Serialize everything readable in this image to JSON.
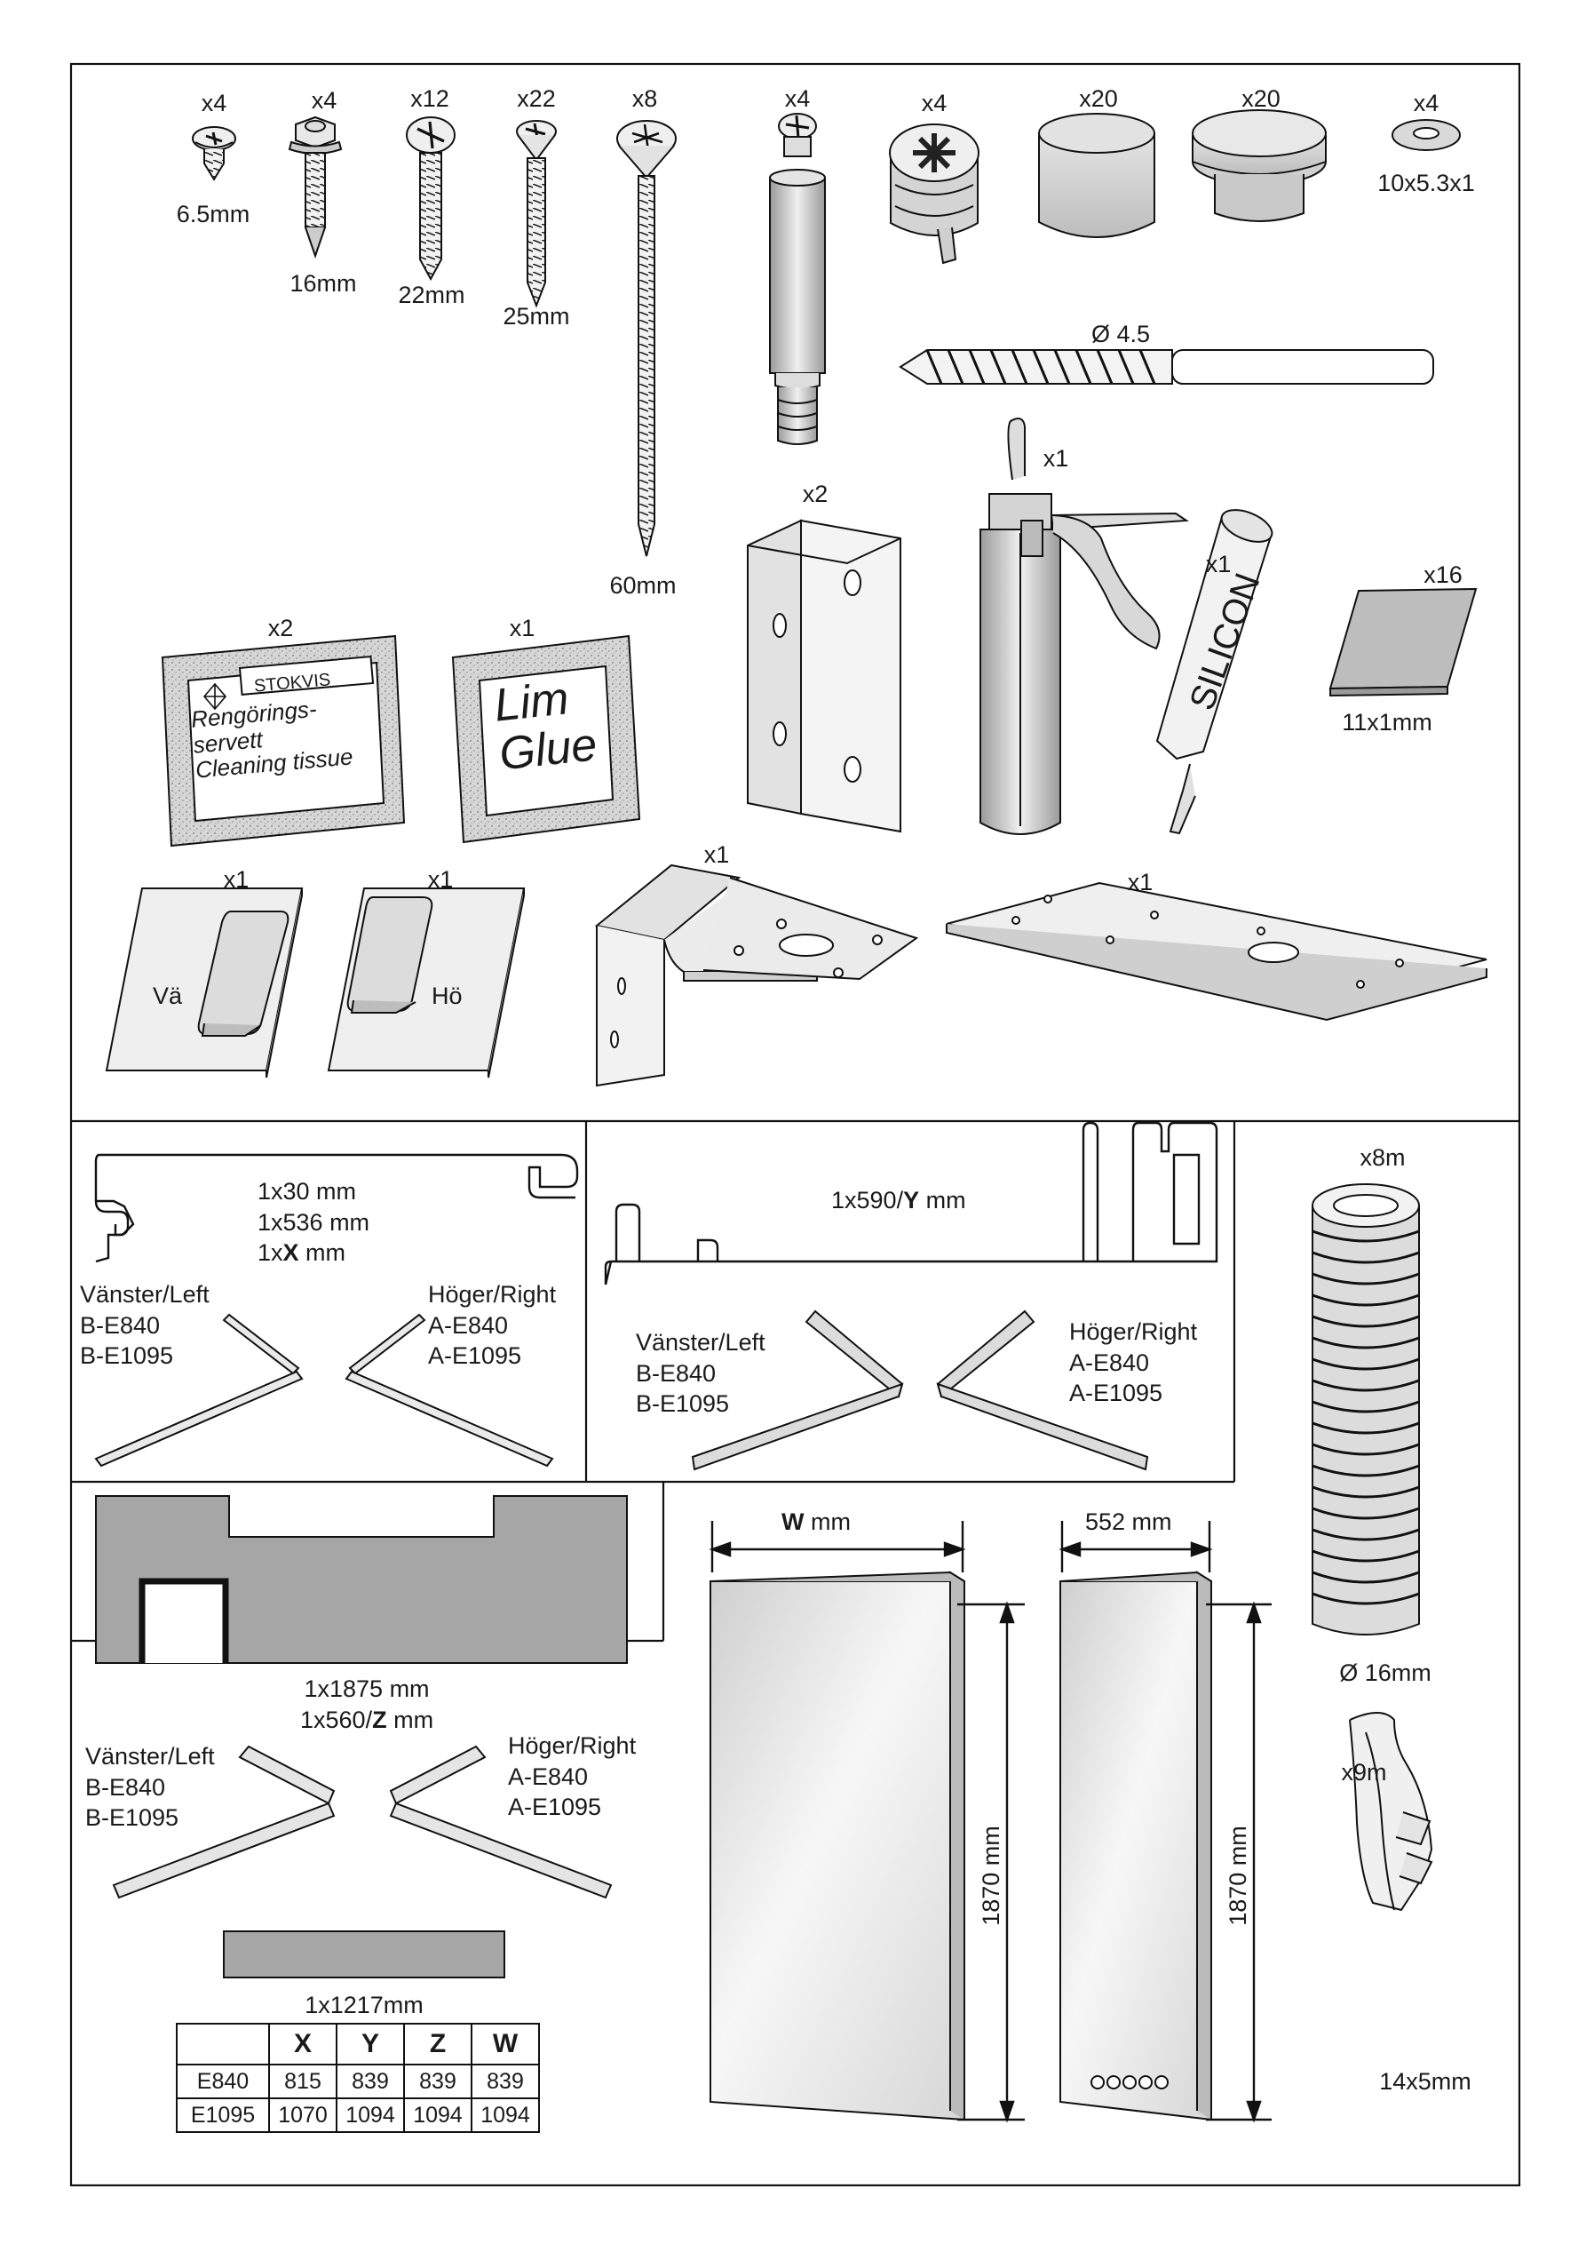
{
  "hardware": {
    "screw_small": {
      "qty": "x4",
      "size": "6.5mm"
    },
    "screw_hex": {
      "qty": "x4",
      "size": "16mm"
    },
    "screw_22": {
      "qty": "x12",
      "size": "22mm"
    },
    "screw_25": {
      "qty": "x22",
      "size": "25mm"
    },
    "screw_60": {
      "qty": "x8",
      "size": "60mm"
    },
    "cam_bolt": {
      "qty": "x4"
    },
    "cam_lock": {
      "qty": "x4"
    },
    "foot_cap": {
      "qty": "x20"
    },
    "plug_cap": {
      "qty": "x20"
    },
    "washer": {
      "qty": "x4",
      "size": "10x5.3x1"
    },
    "drill_bit": {
      "size": "Ø 4.5"
    }
  },
  "accessories": {
    "angle_bracket": {
      "qty": "x2"
    },
    "caulking_gun": {
      "qty": "x1"
    },
    "silicone_tube": {
      "qty": "x1",
      "brand": "SILICON"
    },
    "shim": {
      "qty": "x16",
      "size": "11x1mm"
    },
    "cleaning_tissue": {
      "qty": "x2",
      "brand": "STOKVIS",
      "line1": "Rengörings-",
      "line2": "servett",
      "line3": "Cleaning tissue"
    },
    "glue": {
      "qty": "x1",
      "line1": "Lim",
      "line2": "Glue"
    },
    "left_block": {
      "qty": "x1",
      "label": "Vä"
    },
    "right_block": {
      "qty": "x1",
      "label": "Hö"
    },
    "z_bracket": {
      "qty": "x1"
    },
    "flat_plate": {
      "qty": "x1"
    }
  },
  "profiles": {
    "top_profile": {
      "line1": "1x30 mm",
      "line2": "1x536 mm",
      "line3_prefix": "1x",
      "line3_var": "X",
      "line3_suffix": " mm",
      "left": [
        "Vänster/Left",
        "B-E840",
        "B-E1095"
      ],
      "right": [
        "Höger/Right",
        "A-E840",
        "A-E1095"
      ]
    },
    "track_profile": {
      "prefix": "1x590/",
      "var": "Y",
      "suffix": " mm",
      "left": [
        "Vänster/Left",
        "B-E840",
        "B-E1095"
      ],
      "right": [
        "Höger/Right",
        "A-E840",
        "A-E1095"
      ]
    },
    "plate_profile": {
      "line1": "1x1875 mm",
      "line2_prefix": "1x560/",
      "line2_var": "Z",
      "line2_suffix": " mm",
      "left": [
        "Vänster/Left",
        "B-E840",
        "B-E1095"
      ],
      "right": [
        "Höger/Right",
        "A-E840",
        "A-E1095"
      ]
    },
    "bar": {
      "size": "1x1217mm"
    }
  },
  "panels": {
    "width_var": "W",
    "width_unit": " mm",
    "narrow_width": "552 mm",
    "height": "1870 mm"
  },
  "seals": {
    "hose": {
      "qty": "x8m",
      "size": "Ø 16mm"
    },
    "strip": {
      "qty": "x9m",
      "size": "14x5mm"
    }
  },
  "dimension_table": {
    "headers": [
      "",
      "X",
      "Y",
      "Z",
      "W"
    ],
    "rows": [
      [
        "E840",
        "815",
        "839",
        "839",
        "839"
      ],
      [
        "E1095",
        "1070",
        "1094",
        "1094",
        "1094"
      ]
    ]
  }
}
